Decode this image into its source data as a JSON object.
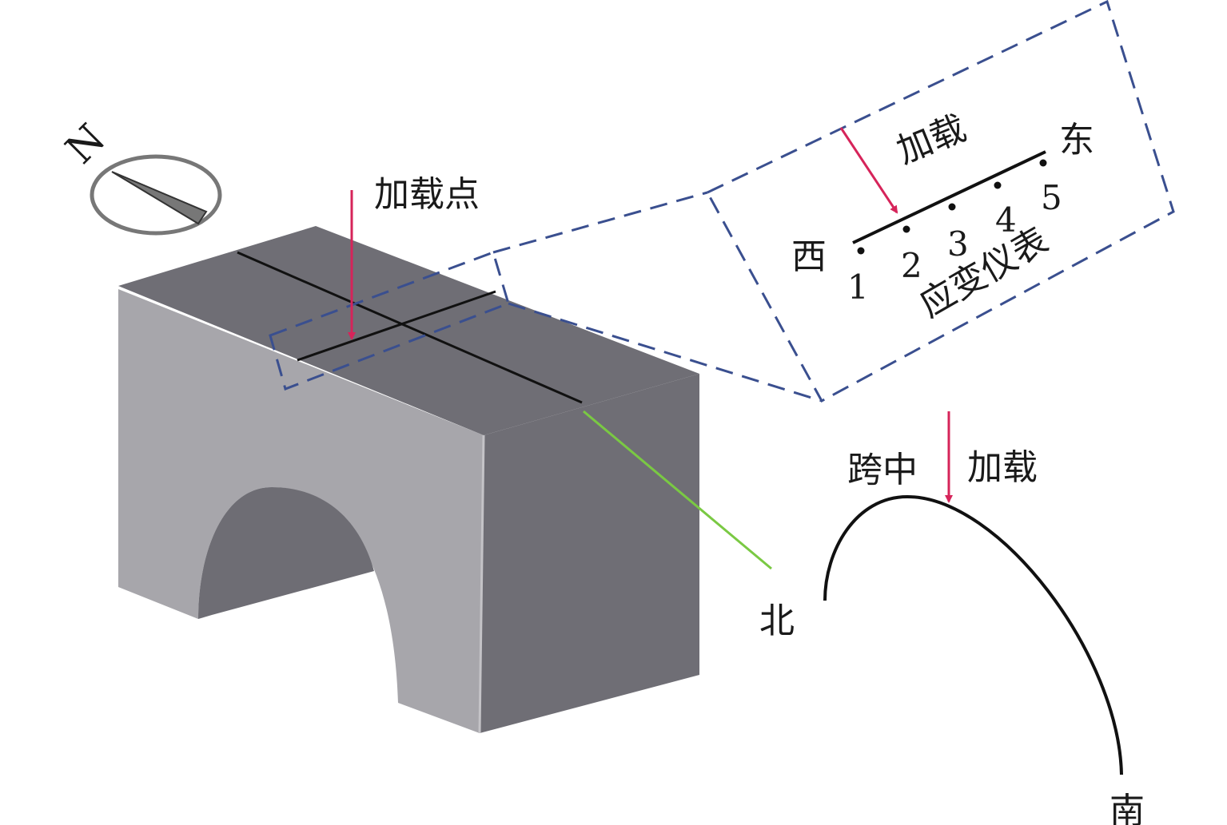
{
  "compass": {
    "letter": "N"
  },
  "labels": {
    "loading_point": "加载点",
    "inset_loading": "加载",
    "east": "东",
    "west": "西",
    "strain_gauge": "应变仪表",
    "north": "北",
    "south": "南",
    "midspan": "跨中",
    "midspan_loading": "加载"
  },
  "gauge_numbers": [
    "1",
    "2",
    "3",
    "4",
    "5"
  ],
  "colors": {
    "arrow": "#d6245a",
    "dash": "#3a4f8f",
    "leader": "#7ac943",
    "top_face": "#6f6e75",
    "front_face": "#a7a6ab"
  }
}
